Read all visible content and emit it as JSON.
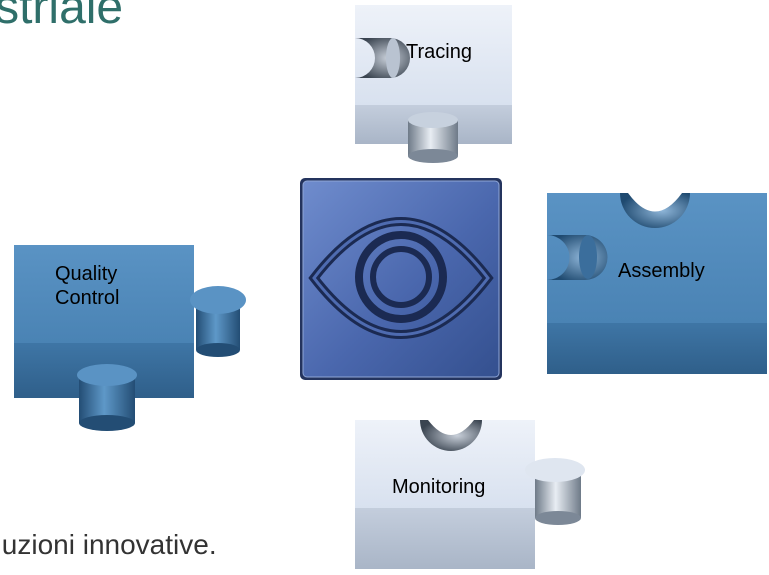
{
  "heading": {
    "title_fragment": "ndustriale",
    "subtitle_fragment": "oluzioni innovative."
  },
  "center": {
    "icon": "eye-icon"
  },
  "pieces": {
    "tracing": {
      "label": "Tracing"
    },
    "assembly": {
      "label": "Assembly"
    },
    "quality_control": {
      "label": "Quality\nControl"
    },
    "monitoring": {
      "label": "Monitoring"
    }
  },
  "colors": {
    "title": "#2f6f6a",
    "blue_piece": "#4f86b6",
    "light_piece": "#dfe7f3",
    "center_square": "#4f6fb0"
  }
}
